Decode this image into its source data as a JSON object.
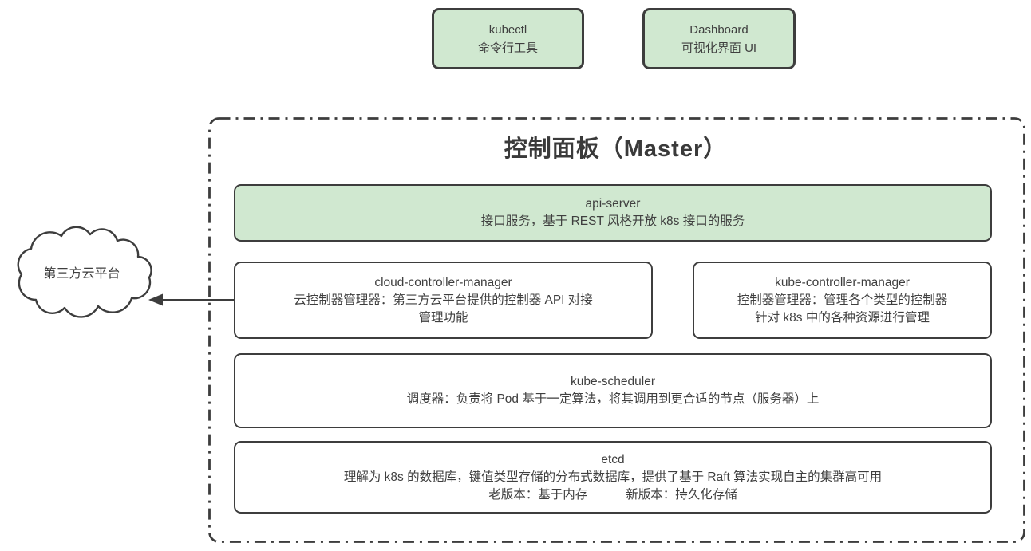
{
  "tools": [
    {
      "name": "kubectl",
      "desc": "命令行工具"
    },
    {
      "name": "Dashboard",
      "desc": "可视化界面 UI"
    }
  ],
  "master": {
    "title": "控制面板（Master）",
    "api_server": {
      "name": "api-server",
      "desc": "接口服务，基于 REST 风格开放 k8s 接口的服务"
    },
    "cloud_controller_manager": {
      "name": "cloud-controller-manager",
      "desc1": "云控制器管理器：第三方云平台提供的控制器 API 对接",
      "desc2": "管理功能"
    },
    "kube_controller_manager": {
      "name": "kube-controller-manager",
      "desc1": "控制器管理器：管理各个类型的控制器",
      "desc2": "针对 k8s 中的各种资源进行管理"
    },
    "kube_scheduler": {
      "name": "kube-scheduler",
      "desc": "调度器：负责将 Pod 基于一定算法，将其调用到更合适的节点（服务器）上"
    },
    "etcd": {
      "name": "etcd",
      "desc1": "理解为 k8s 的数据库，键值类型存储的分布式数据库，提供了基于 Raft 算法实现自主的集群高可用",
      "desc2_left": "老版本：基于内存",
      "desc2_right": "新版本：持久化存储"
    }
  },
  "cloud_label": "第三方云平台",
  "colors": {
    "green_fill": "#d0e8d0",
    "border": "#3d3d3d",
    "text": "#3f3f3f"
  }
}
